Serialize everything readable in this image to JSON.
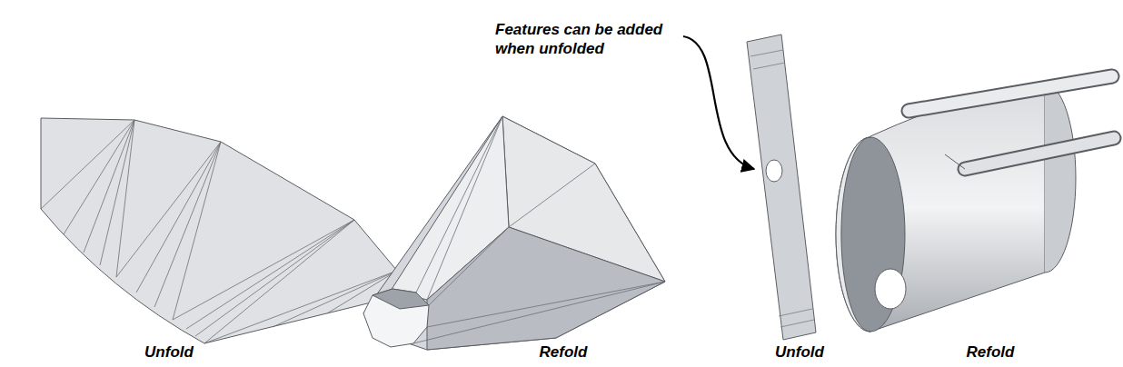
{
  "diagram": {
    "labels": [
      "Features can be added when unfolded",
      "Unfold",
      "Refold",
      "Unfold",
      "Refold"
    ]
  }
}
